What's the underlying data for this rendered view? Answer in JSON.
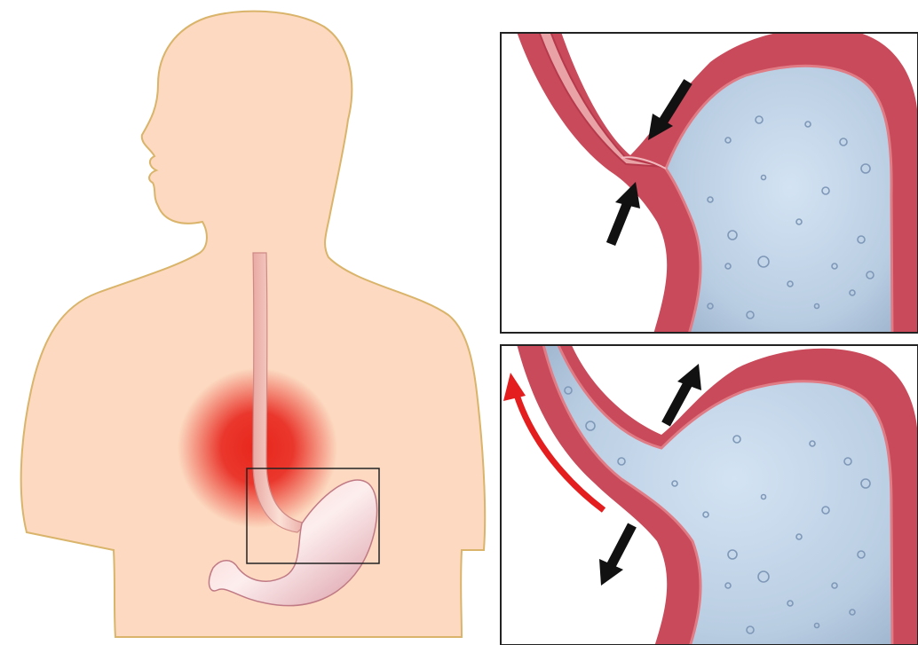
{
  "figure": {
    "panels": [
      {
        "id": "overview",
        "depicts": "human-torso-with-stomach"
      },
      {
        "id": "normal-sphincter",
        "depicts": "closed-lower-esophageal-sphincter"
      },
      {
        "id": "reflux",
        "depicts": "open-sphincter-acid-reflux"
      }
    ]
  },
  "colors": {
    "skin": "#fcd9c0",
    "skin_outline": "#d9b46a",
    "heartburn_glow": "#e8251c",
    "stomach_wall": "#c94a5a",
    "stomach_wall_light": "#e07c85",
    "gastric_fluid": "#b9cfe4",
    "reflux_arrow": "#e41e1e",
    "pressure_arrow": "#111111",
    "frame": "#222222"
  },
  "icons": {
    "pressure_arrows": [
      "arrow-down-left-icon",
      "arrow-up-right-icon",
      "arrow-up-right-icon",
      "arrow-down-left-icon"
    ],
    "reflux_arrow": "curved-arrow-up-icon"
  }
}
